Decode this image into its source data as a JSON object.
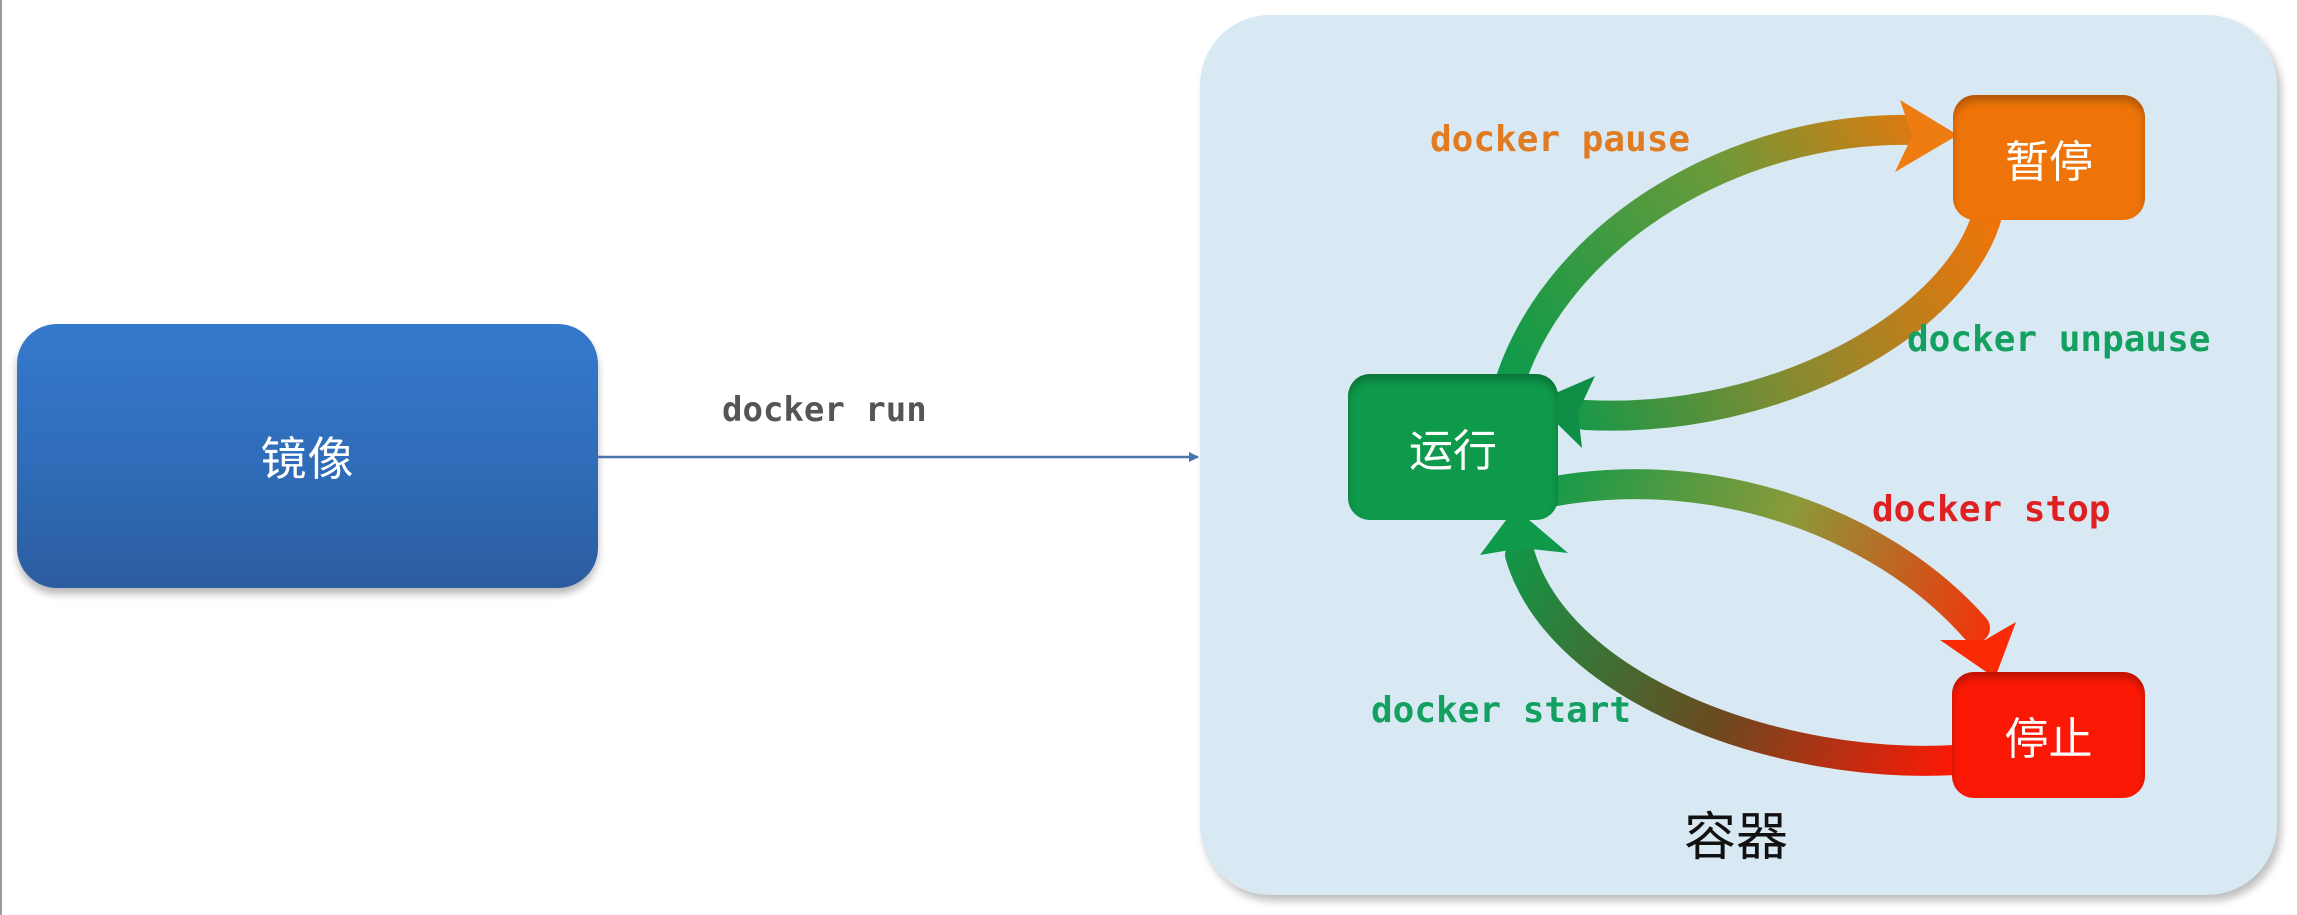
{
  "image_node": {
    "label": "镜像",
    "color": "#3174c4"
  },
  "run_edge": {
    "label": "docker run",
    "color": "#4a74ae",
    "label_color": "#555555"
  },
  "container": {
    "label": "容器",
    "background": "#d8e9f3",
    "states": {
      "running": {
        "label": "运行",
        "color": "#0e9a4a"
      },
      "paused": {
        "label": "暂停",
        "color": "#ee7409"
      },
      "stopped": {
        "label": "停止",
        "color": "#fb1906"
      }
    },
    "transitions": [
      {
        "id": "pause",
        "label": "docker pause",
        "from": "running",
        "to": "paused",
        "label_color": "#e07b22"
      },
      {
        "id": "unpause",
        "label": "docker unpause",
        "from": "paused",
        "to": "running",
        "label_color": "#13a060"
      },
      {
        "id": "stop",
        "label": "docker stop",
        "from": "running",
        "to": "stopped",
        "label_color": "#e02020"
      },
      {
        "id": "start",
        "label": "docker start",
        "from": "stopped",
        "to": "running",
        "label_color": "#13a060"
      }
    ]
  }
}
